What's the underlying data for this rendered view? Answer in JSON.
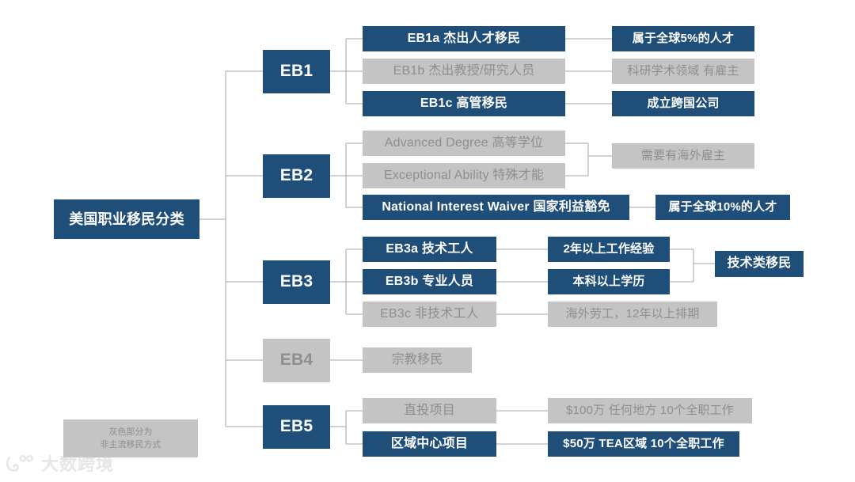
{
  "diagram": {
    "title": "美国职业移民分类",
    "colors": {
      "navy": "#1F4E79",
      "gray": "#C4C4C4",
      "gray_text": "#8E8E8E",
      "line": "#A6A6A6",
      "background": "#FFFFFF"
    },
    "root": {
      "label": "美国职业移民分类",
      "style": "navy"
    },
    "legend": {
      "line1": "灰色部分为",
      "line2": "非主流移民方式",
      "style": "gray"
    },
    "watermark": {
      "text": "大数跨境",
      "icon": "logo-mark-icon"
    },
    "branches": [
      {
        "id": "eb1",
        "label": "EB1",
        "style": "navy",
        "children": [
          {
            "label": "EB1a 杰出人才移民",
            "style": "navy",
            "detail": {
              "label": "属于全球5%的人才",
              "style": "navy"
            }
          },
          {
            "label": "EB1b 杰出教授/研究人员",
            "style": "gray",
            "detail": {
              "label": "科研学术领域  有雇主",
              "style": "gray"
            }
          },
          {
            "label": "EB1c 高管移民",
            "style": "navy",
            "detail": {
              "label": "成立跨国公司",
              "style": "navy"
            }
          }
        ]
      },
      {
        "id": "eb2",
        "label": "EB2",
        "style": "navy",
        "children": [
          {
            "label": "Advanced Degree  高等学位",
            "style": "gray"
          },
          {
            "label": "Exceptional Ability 特殊才能",
            "style": "gray"
          },
          {
            "label": "National Interest Waiver 国家利益豁免",
            "style": "navy",
            "detail": {
              "label": "属于全球10%的人才",
              "style": "navy"
            }
          }
        ],
        "shared_detail": {
          "label": "需要有海外雇主",
          "style": "gray"
        }
      },
      {
        "id": "eb3",
        "label": "EB3",
        "style": "navy",
        "children": [
          {
            "label": "EB3a 技术工人",
            "style": "navy",
            "detail": {
              "label": "2年以上工作经验",
              "style": "navy"
            }
          },
          {
            "label": "EB3b 专业人员",
            "style": "navy",
            "detail": {
              "label": "本科以上学历",
              "style": "navy"
            }
          },
          {
            "label": "EB3c 非技术工人",
            "style": "gray",
            "detail": {
              "label": "海外劳工，12年以上排期",
              "style": "gray"
            }
          }
        ],
        "merged_detail": {
          "label": "技术类移民",
          "style": "navy"
        }
      },
      {
        "id": "eb4",
        "label": "EB4",
        "style": "gray",
        "children": [
          {
            "label": "宗教移民",
            "style": "gray"
          }
        ]
      },
      {
        "id": "eb5",
        "label": "EB5",
        "style": "navy",
        "children": [
          {
            "label": "直投项目",
            "style": "gray",
            "detail": {
              "label": "$100万  任何地方  10个全职工作",
              "style": "gray"
            }
          },
          {
            "label": "区域中心项目",
            "style": "navy",
            "detail": {
              "label": "$50万  TEA区域 10个全职工作",
              "style": "navy"
            }
          }
        ]
      }
    ]
  }
}
